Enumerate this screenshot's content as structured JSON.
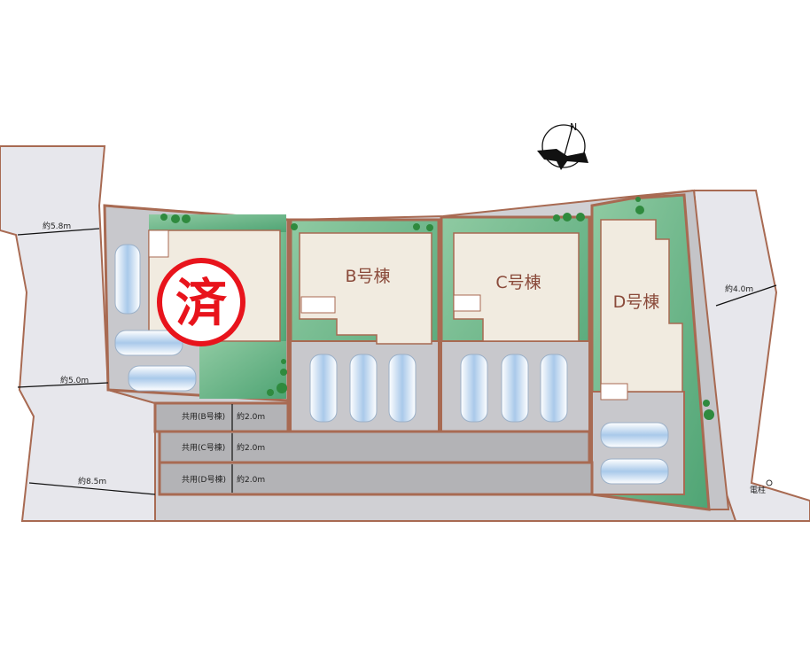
{
  "buildings": [
    {
      "id": "A",
      "label": "",
      "sold_stamp": "済"
    },
    {
      "id": "B",
      "label": "B号棟"
    },
    {
      "id": "C",
      "label": "C号棟"
    },
    {
      "id": "D",
      "label": "D号棟"
    }
  ],
  "shared_lanes": [
    {
      "label": "共用(B号棟)",
      "width": "約2.0m"
    },
    {
      "label": "共用(C号棟)",
      "width": "約2.0m"
    },
    {
      "label": "共用(D号棟)",
      "width": "約2.0m"
    }
  ],
  "road_widths": {
    "left_top": "約5.8m",
    "left_middle": "約5.0m",
    "left_bottom": "約8.5m",
    "right": "約4.0m"
  },
  "utility_pole": "電柱",
  "compass": {
    "label": "N"
  },
  "colors": {
    "boundary": "#a86a52",
    "lawn": "#5fae80",
    "road": "#e7e7ec",
    "parking": "#c8c8cc",
    "lane": "#b3b3b6",
    "building": "#f1ebe0",
    "stamp": "#e8141c"
  }
}
